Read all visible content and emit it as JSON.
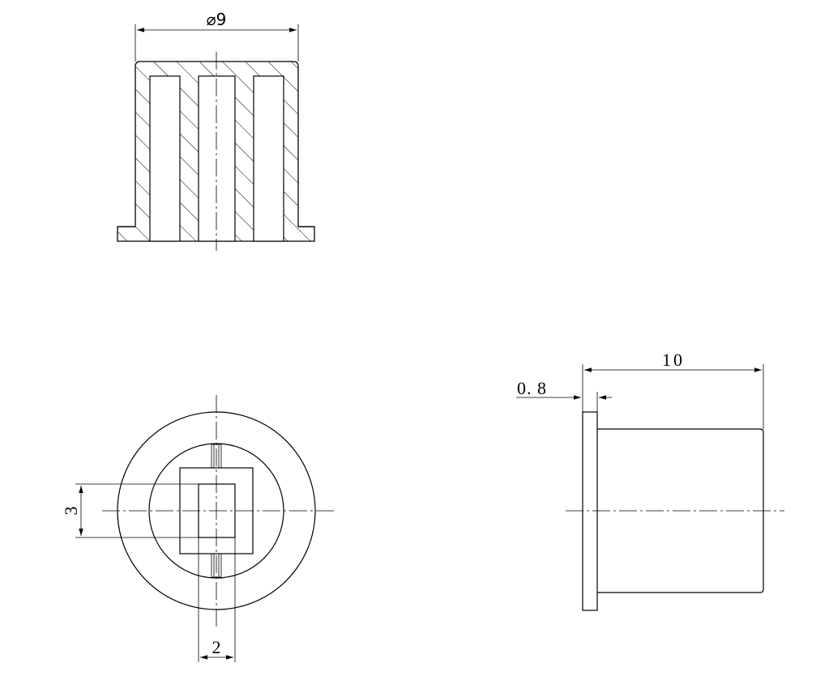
{
  "dimensions": {
    "diameter": "⌀9",
    "length": "10",
    "flange_thickness": "0. 8",
    "slot_height": "3",
    "slot_width": "2"
  },
  "colors": {
    "line": "#000000",
    "background": "#ffffff"
  }
}
